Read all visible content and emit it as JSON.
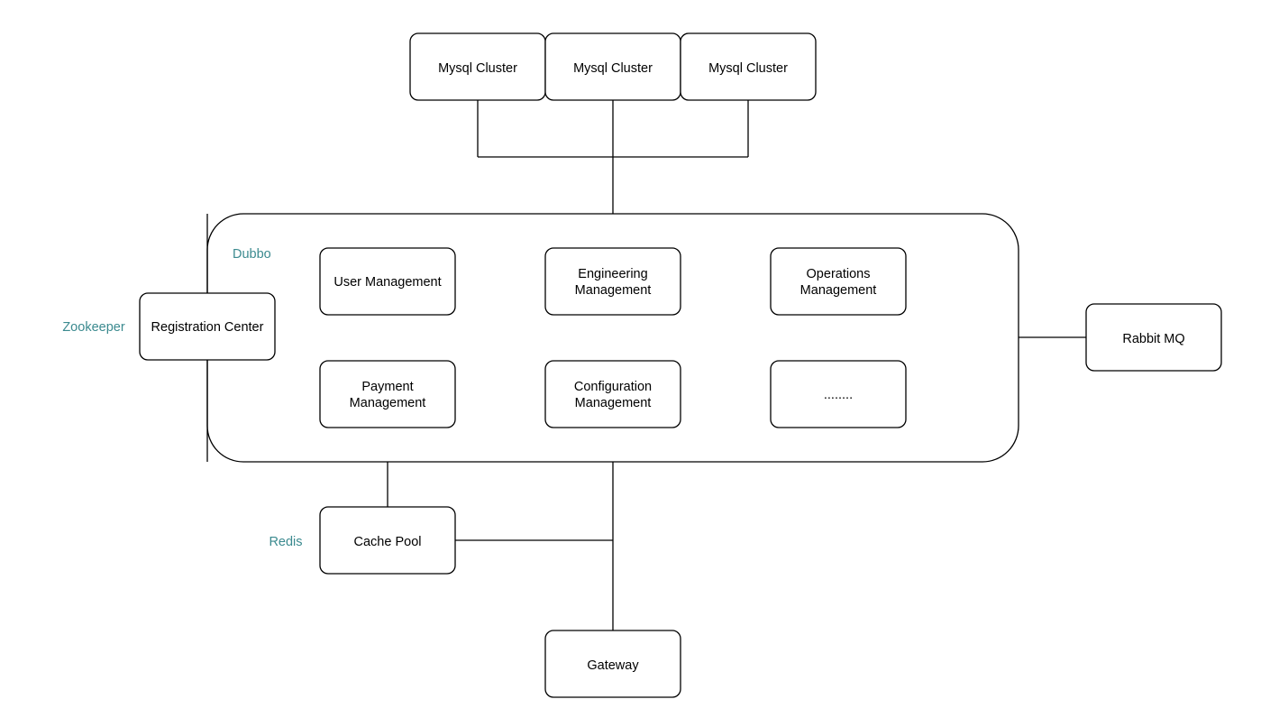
{
  "colors": {
    "stroke": "#000000",
    "fill": "#ffffff",
    "text": "#000000",
    "tag_text": "#3b8a8f"
  },
  "tags": {
    "dubbo": "Dubbo",
    "zookeeper": "Zookeeper",
    "redis": "Redis"
  },
  "databases": [
    {
      "label": "Mysql Cluster"
    },
    {
      "label": "Mysql Cluster"
    },
    {
      "label": "Mysql Cluster"
    }
  ],
  "registration_center": {
    "label": "Registration Center"
  },
  "services": [
    {
      "lines": [
        "User Management"
      ]
    },
    {
      "lines": [
        "Engineering",
        "Management"
      ]
    },
    {
      "lines": [
        "Operations",
        "Management"
      ]
    },
    {
      "lines": [
        "Payment",
        "Management"
      ]
    },
    {
      "lines": [
        "Configuration",
        "Management"
      ]
    },
    {
      "lines": [
        "........"
      ]
    }
  ],
  "message_queue": {
    "label": "Rabbit MQ"
  },
  "cache": {
    "label": "Cache Pool"
  },
  "gateway": {
    "label": "Gateway"
  }
}
